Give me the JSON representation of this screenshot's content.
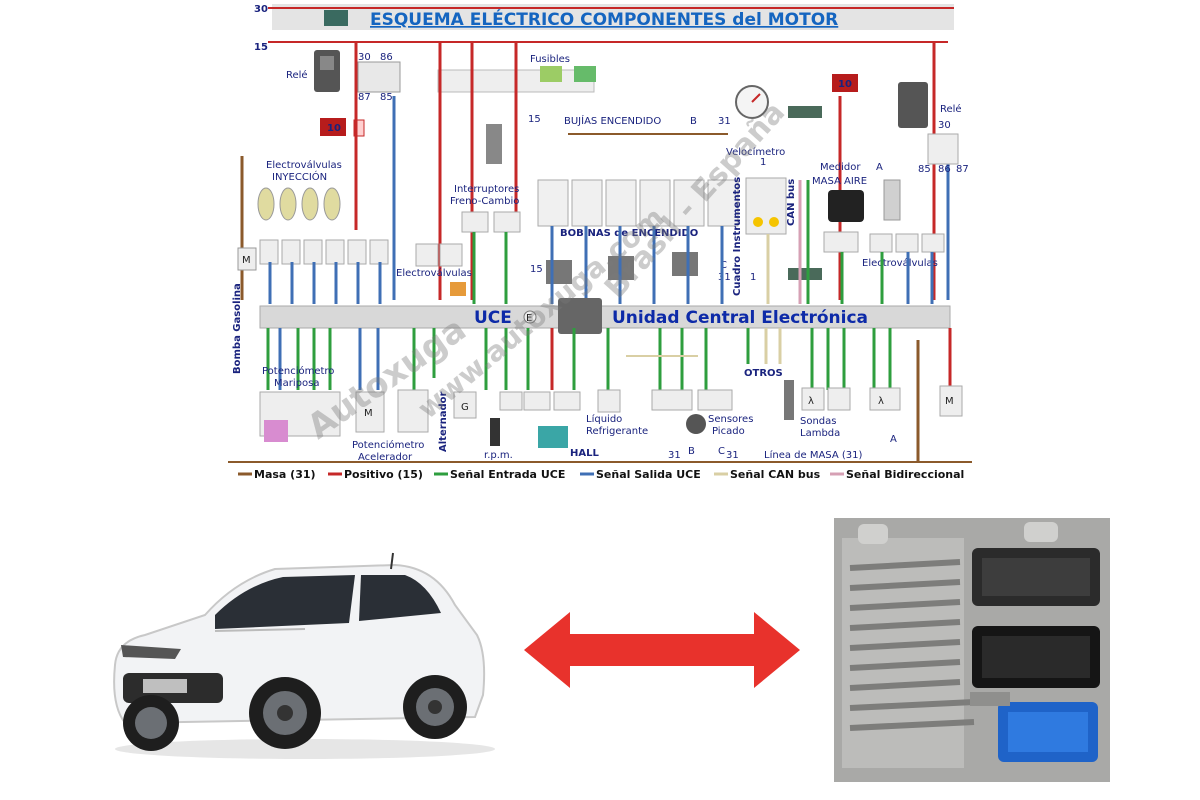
{
  "diagram": {
    "title": "ESQUEMA ELÉCTRICO COMPONENTES del MOTOR",
    "rail_30": "30",
    "rail_15": "15",
    "labels": {
      "rele_left": "Relé",
      "pin_30": "30",
      "pin_86": "86",
      "pin_87": "87",
      "pin_85": "85",
      "fuse_10_left": "10",
      "fusibles": "Fusibles",
      "fuse_10_right": "10",
      "rele_right": "Relé",
      "pin_30_r": "30",
      "pin_85_r": "85",
      "pin_86_r": "86",
      "pin_87_r": "87",
      "electrovalvulas_inyeccion_1": "Electroválvulas",
      "electrovalvulas_inyeccion_2": "INYECCIÓN",
      "interruptores_1": "Interruptores",
      "interruptores_2": "Freno-Cambio",
      "bujias": "BUJÍAS ENCENDIDO",
      "bujias_15": "15",
      "bujias_31": "31",
      "pin_b_small": "B",
      "velocimetro": "Velocímetro",
      "velocimetro_1": "1",
      "medidor_1": "Medidor",
      "medidor_2": "MASA AIRE",
      "pin_a_small": "A",
      "bobinas": "BOBINAS de ENCENDIDO",
      "bobinas_15": "15",
      "bobinas_31": "31",
      "pin_c_small": "C",
      "electrovalvulas_mid": "Electroválvulas",
      "electrovalvulas_right": "Electroválvulas",
      "cuadro_instrumentos": "Cuadro Instrumentos",
      "cuadro_1": "1",
      "can_bus": "CAN bus",
      "bomba_gasolina": "Bomba Gasolina",
      "uce_short": "UCE",
      "uce_long": "Unidad Central Electrónica",
      "pot_mariposa_1": "Potenciómetro",
      "pot_mariposa_2": "Mariposa",
      "pot_acelerador_1": "Potenciómetro",
      "pot_acelerador_2": "Acelerador",
      "alternador": "Alternador",
      "rpm": "r.p.m.",
      "hall": "HALL",
      "liquido_1": "Líquido",
      "liquido_2": "Refrigerante",
      "sensores_1": "Sensores",
      "sensores_2": "Picado",
      "otros": "OTROS",
      "sondas_1": "Sondas",
      "sondas_2": "Lambda",
      "pin_a_small_2": "A",
      "linea_masa": "Línea de MASA (31)",
      "ground_31_b": "31",
      "ground_b": "B",
      "ground_c": "C",
      "ground_31_c": "31",
      "ecu_e": "E",
      "alt_g": "G",
      "fuel_m": "M",
      "pot_m": "M",
      "lambda_1": "λ",
      "lambda_2": "λ"
    },
    "watermarks": [
      "Autoxuga",
      "www.autoxuga.com",
      "Brasil - España"
    ],
    "legend": [
      {
        "label": "Masa (31)",
        "color": "#8b5a2b"
      },
      {
        "label": "Positivo (15)",
        "color": "#c62828"
      },
      {
        "label": "Señal Entrada UCE",
        "color": "#2e9e3e"
      },
      {
        "label": "Señal Salida UCE",
        "color": "#3f6fb5"
      },
      {
        "label": "Señal CAN bus",
        "color": "#d9cfa4"
      },
      {
        "label": "Señal Bidireccional",
        "color": "#d6a0b4"
      }
    ]
  },
  "colors": {
    "arrow": "#e8322c",
    "uce_bar": "#d8d8d8",
    "title_bar": "#e4e4e4",
    "ecu_blue": "#1f63c8"
  }
}
